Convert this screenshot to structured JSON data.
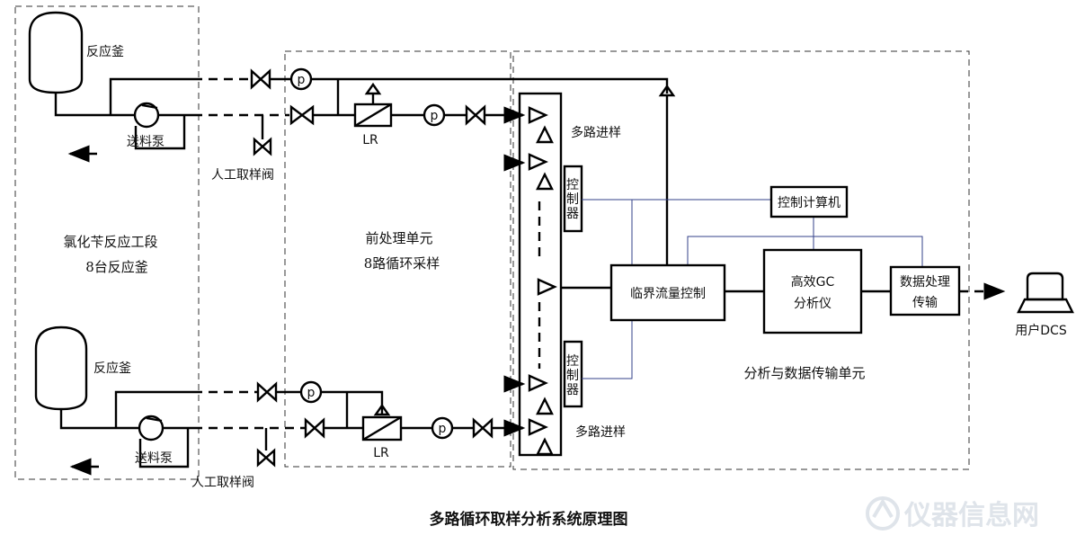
{
  "zones": {
    "reaction": {
      "line1": "氯化苄反应工段",
      "line2": "8台反应釜"
    },
    "pretreat": {
      "line1": "前处理单元",
      "line2": "8路循环采样"
    },
    "analysis": {
      "line1": "分析与数据传输单元"
    }
  },
  "equipment": {
    "reactor_top": "反应釜",
    "reactor_bottom": "反应釜",
    "pump_top": "送料泵",
    "pump_bottom": "送料泵",
    "manual_valve_top": "人工取样阀",
    "manual_valve_bottom": "人工取样阀",
    "lr_top": "LR",
    "lr_bottom": "LR",
    "pressure_symbol": "p"
  },
  "multiplexer": {
    "label_top": "多路进样",
    "label_bottom": "多路进样"
  },
  "controllers": {
    "top": "控制器",
    "bottom": "控制器"
  },
  "boxes": {
    "control_computer": "控制计算机",
    "critical_flow": "临界流量控制",
    "gc_line1": "高效GC",
    "gc_line2": "分析仪",
    "data_line1": "数据处理",
    "data_line2": "传输"
  },
  "user": {
    "label": "用户DCS"
  },
  "caption": "多路循环取样分析系统原理图",
  "watermark": "仪器信息网"
}
